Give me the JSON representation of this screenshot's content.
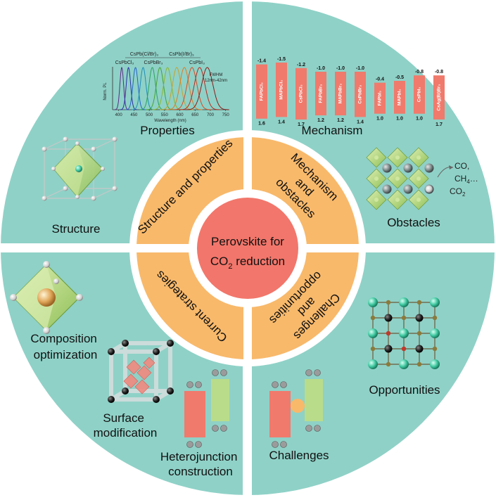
{
  "center": {
    "line1": "Perovskite for",
    "line2a": "CO",
    "line2sub": "2",
    "line2b": " reduction"
  },
  "ring": {
    "structure_properties": "Structure and properties",
    "mechanism_obstacles": [
      "Mechanism",
      "and",
      "obstacles"
    ],
    "current_strategies": "Current strategies",
    "challenges_opportunities": [
      "Challenges",
      "and",
      "opportunities"
    ]
  },
  "labels": {
    "properties": "Properties",
    "mechanism": "Mechanism",
    "structure": "Structure",
    "obstacles": "Obstacles",
    "composition": [
      "Composition",
      "optimization"
    ],
    "surface": [
      "Surface",
      "modification"
    ],
    "heterojunction": [
      "Heterojunction",
      "construction"
    ],
    "opportunities": "Opportunities",
    "challenges": "Challenges"
  },
  "pl_chart": {
    "ylabel": "Norm. PL",
    "xlabel": "Wavelength (nm)",
    "ticks": [
      "400",
      "450",
      "500",
      "550",
      "600",
      "650",
      "700",
      "750"
    ],
    "top_labels": [
      "CsPb(Cl/Br)₃",
      "CsPb(I/Br)₃"
    ],
    "mid_labels": [
      "CsPbCl₃",
      "CsPbBr₃",
      "CsPbI₃"
    ],
    "fwhm": [
      "FWHM",
      "12nm-42nm"
    ],
    "peaks": [
      410,
      432,
      455,
      480,
      510,
      535,
      560,
      590,
      615,
      640,
      665,
      690
    ],
    "colors": [
      "#5b2a86",
      "#2b2fa6",
      "#2563c9",
      "#1d8fb8",
      "#2aa35a",
      "#45a32e",
      "#8db52a",
      "#c7a22a",
      "#e07b22",
      "#d94a1f",
      "#b82a1e",
      "#8a1b16"
    ]
  },
  "band_chart": {
    "materials": [
      "FAPbCl₃",
      "MAPbCl₃",
      "CsPbCl₃",
      "FAPbBr₃",
      "MAPbBr₃",
      "CsPbBr₃",
      "FAPbI₃",
      "MAPbI₃",
      "CsPbI₃",
      "CsAg(Bi)Br₃"
    ],
    "cb": [
      "-1.4",
      "-1.5",
      "-1.2",
      "-1.0",
      "-1.0",
      "-1.0",
      "-0.4",
      "-0.5",
      "-0.8",
      "-0.8"
    ],
    "vb": [
      "1.6",
      "1.4",
      "1.7",
      "1.2",
      "1.2",
      "1.4",
      "1.0",
      "1.0",
      "1.0",
      "1.7"
    ],
    "cb_values": [
      -1.4,
      -1.5,
      -1.2,
      -1.0,
      -1.0,
      -1.0,
      -0.4,
      -0.5,
      -0.8,
      -0.8
    ],
    "vb_values": [
      1.6,
      1.4,
      1.7,
      1.2,
      1.2,
      1.4,
      1.0,
      1.0,
      1.0,
      1.7
    ]
  },
  "obstacle_products": {
    "co": "CO,",
    "ch4a": "CH",
    "ch4sub": "4",
    "ch4b": "…",
    "co2a": "CO",
    "co2sub": "2"
  },
  "colors": {
    "teal": "#8fd1c7",
    "orange": "#f8b96b",
    "red": "#f2766b",
    "band": "#f07a6c",
    "green": "#b9dc8b"
  }
}
